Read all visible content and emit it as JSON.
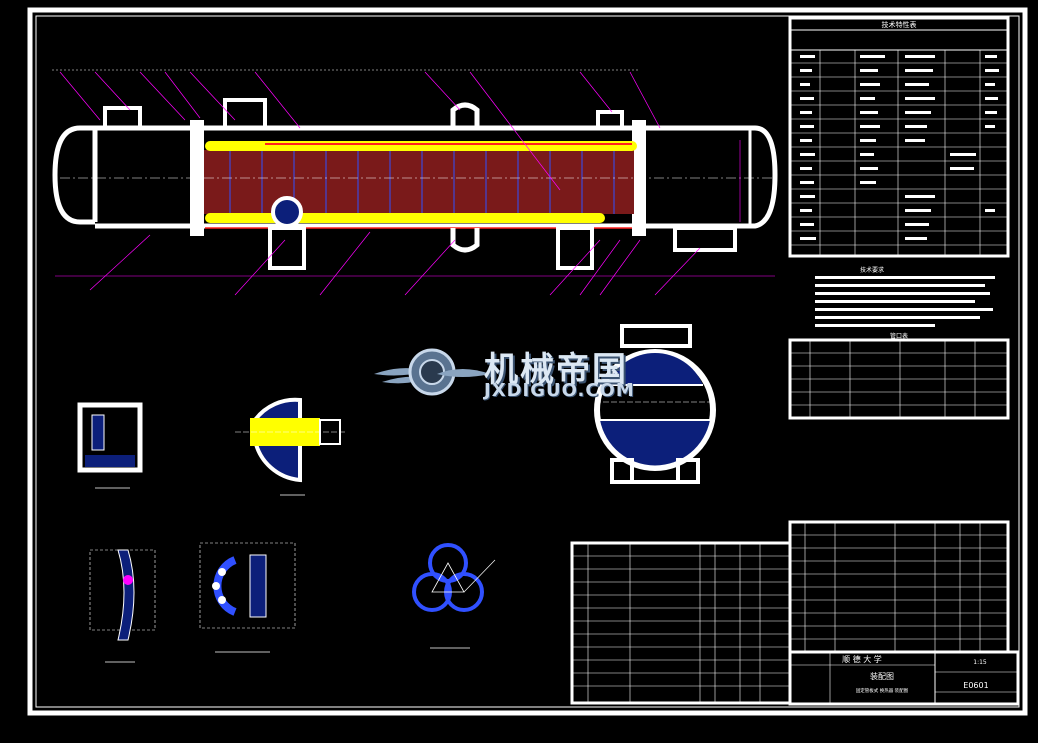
{
  "drawing": {
    "school": "顺 德 大 学",
    "title": "装配图",
    "subtitle": "固定管板式 换热器 装配图",
    "drawing_no": "E0601",
    "stamp": "1:15"
  },
  "watermark": {
    "cn": "机械帝国",
    "en": "JXDIGUO.COM"
  },
  "colors": {
    "background": "#000000",
    "outline": "#ffffff",
    "tube_fill": "#ffff00",
    "tube_bundle": "#7a1a1a",
    "section_fill": "#0c1f7a",
    "leader": "#ff00ff"
  },
  "tables": {
    "tech_char_title": "技术特性表",
    "notes_title": "技术要求",
    "nozzle_title": "管口表"
  }
}
